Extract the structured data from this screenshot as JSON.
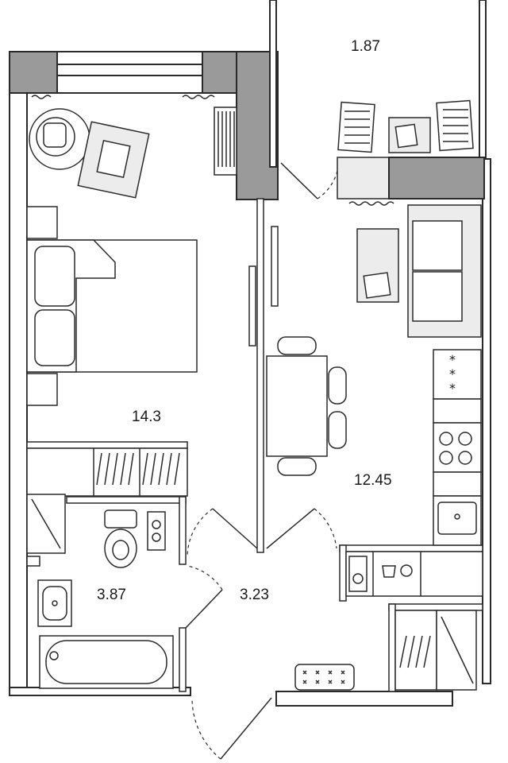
{
  "rooms": [
    {
      "id": "balcony",
      "area": "1.87"
    },
    {
      "id": "bedroom",
      "area": "14.3"
    },
    {
      "id": "kitchen-living",
      "area": "12.45"
    },
    {
      "id": "bathroom",
      "area": "3.87"
    },
    {
      "id": "hallway",
      "area": "3.23"
    }
  ],
  "colors": {
    "wall": "#9a9a9a",
    "line": "#2a2a2a",
    "background": "#ffffff"
  },
  "icons": {
    "washing": "washing-machine-icon",
    "stove_burner": "stove-burner-icon",
    "freezer": "snowflake-icon"
  }
}
